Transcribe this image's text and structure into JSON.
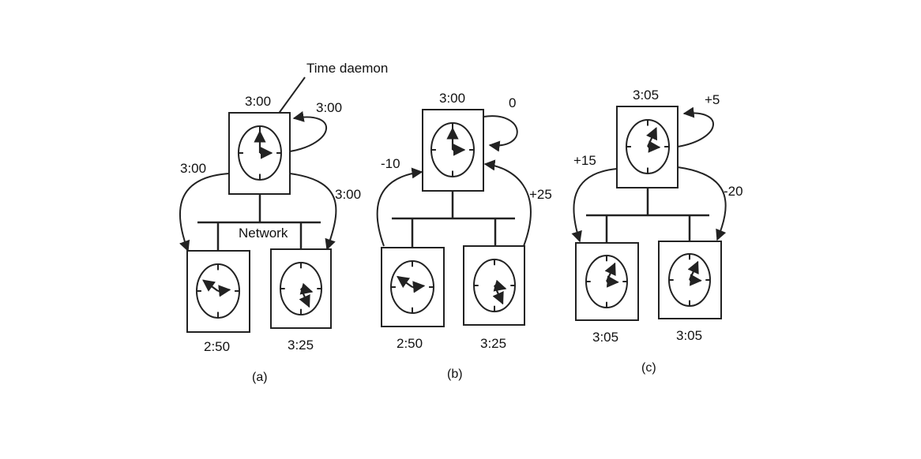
{
  "time_daemon_label": "Time daemon",
  "network_label": "Network",
  "panels": [
    {
      "caption": "(a)",
      "daemon": {
        "time": "3:00",
        "hour": 3,
        "minute": 0
      },
      "self_arrow_label": "3:00",
      "left_arrow_label": "3:00",
      "right_arrow_label": "3:00",
      "machines": [
        {
          "time": "2:50",
          "hour": 2,
          "minute": 50
        },
        {
          "time": "3:25",
          "hour": 3,
          "minute": 25
        }
      ]
    },
    {
      "caption": "(b)",
      "daemon": {
        "time": "3:00",
        "hour": 3,
        "minute": 0
      },
      "self_arrow_label": "0",
      "left_arrow_label": "-10",
      "right_arrow_label": "+25",
      "machines": [
        {
          "time": "2:50",
          "hour": 2,
          "minute": 50
        },
        {
          "time": "3:25",
          "hour": 3,
          "minute": 25
        }
      ]
    },
    {
      "caption": "(c)",
      "daemon": {
        "time": "3:05",
        "hour": 3,
        "minute": 5
      },
      "self_arrow_label": "+5",
      "left_arrow_label": "+15",
      "right_arrow_label": "-20",
      "machines": [
        {
          "time": "3:05",
          "hour": 3,
          "minute": 5
        },
        {
          "time": "3:05",
          "hour": 3,
          "minute": 5
        }
      ]
    }
  ]
}
